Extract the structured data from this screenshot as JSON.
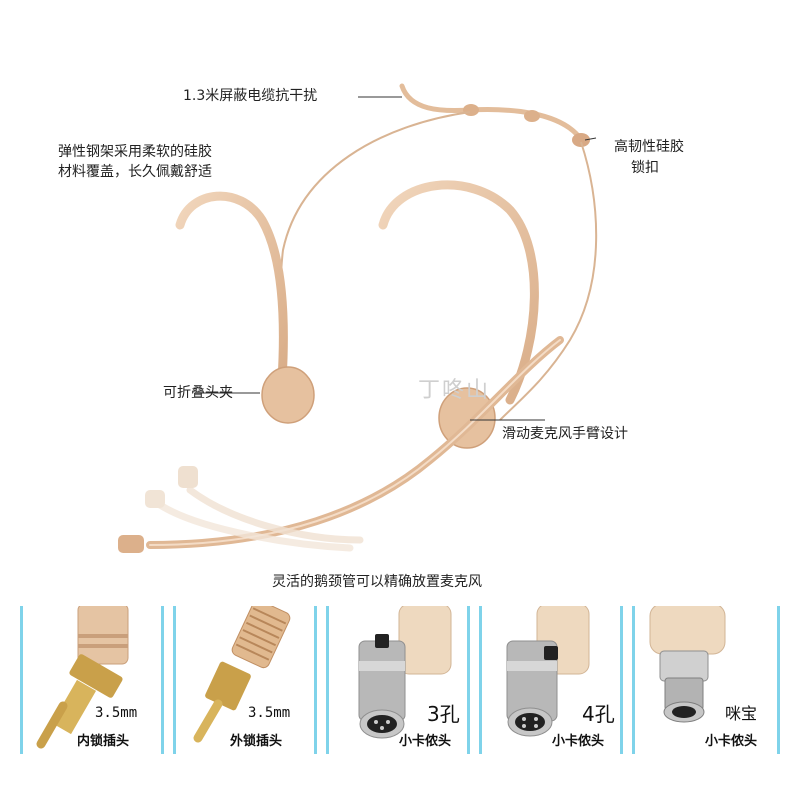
{
  "callouts": {
    "cable": "1.3米屏蔽电缆抗干扰",
    "frame_line1": "弹性钢架采用柔软的硅胶",
    "frame_line2": "材料覆盖，长久佩戴舒适",
    "buckle_line1": "高韧性硅胶",
    "buckle_line2": "锁扣",
    "clip": "可折叠头夹",
    "arm": "滑动麦克风手臂设计",
    "gooseneck": "灵活的鹅颈管可以精确放置麦克风"
  },
  "watermark": "丁咚山",
  "connectors": [
    {
      "line1": "3.5mm",
      "line2": "内锁插头"
    },
    {
      "line1": "3.5mm",
      "line2": "外锁插头"
    },
    {
      "line1": "3孔",
      "line2": "小卡侬头"
    },
    {
      "line1": "4孔",
      "line2": "小卡侬头"
    },
    {
      "line1": "咪宝",
      "line2": "小卡侬头"
    }
  ],
  "colors": {
    "skin": "#e9c7a6",
    "skin_dark": "#cfa27f",
    "panel_border": "#7fd3ea",
    "metal_gold": "#c9a04a",
    "metal_silver": "#b8b8b8"
  }
}
